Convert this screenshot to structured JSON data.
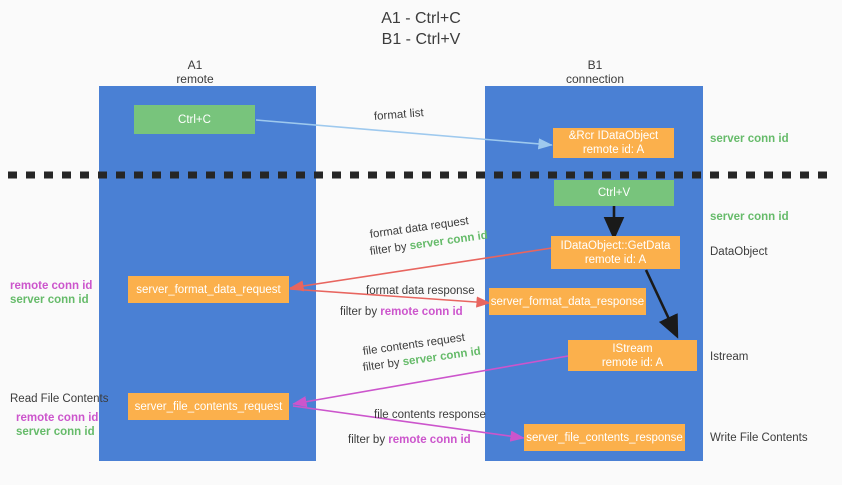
{
  "title": "A1 - Ctrl+C\nB1 - Ctrl+V",
  "lanes": [
    {
      "name": "A1",
      "sub": "remote"
    },
    {
      "name": "B1",
      "sub": "connection"
    }
  ],
  "nodes": {
    "ctrl_c": {
      "line1": "Ctrl+C",
      "line2": ""
    },
    "idataobject_top": {
      "line1": "&Rcr IDataObject",
      "line2": "remote id: A"
    },
    "ctrl_v": {
      "line1": "Ctrl+V",
      "line2": ""
    },
    "getdata": {
      "line1": "IDataObject::GetData",
      "line2": "remote id: A"
    },
    "istream": {
      "line1": "IStream",
      "line2": "remote id: A"
    },
    "fmt_req": {
      "line1": "server_format_data_request",
      "line2": ""
    },
    "fmt_resp": {
      "line1": "server_format_data_response",
      "line2": ""
    },
    "file_req": {
      "line1": "server_file_contents_request",
      "line2": ""
    },
    "file_resp": {
      "line1": "server_file_contents_response",
      "line2": ""
    }
  },
  "right_labels": {
    "server_conn_id_1": "server conn id",
    "server_conn_id_2": "server conn id",
    "dataobject": "DataObject",
    "istream": "Istream",
    "write_file_contents": "Write File Contents"
  },
  "left_labels": {
    "remote_conn_id_1": "remote conn id",
    "server_conn_id_1": "server conn id",
    "read_file_contents": "Read File Contents",
    "remote_conn_id_2": "remote conn id",
    "server_conn_id_2": "server conn id"
  },
  "messages": {
    "format_list": "format list",
    "format_data_request": "format data request",
    "format_data_request_filter_prefix": "filter by ",
    "format_data_request_filter_key": "server conn id",
    "format_data_response": "format data response",
    "format_data_response_filter_prefix": "filter by ",
    "format_data_response_filter_key": "remote conn id",
    "file_contents_request": "file contents request",
    "file_contents_request_filter_prefix": "filter by ",
    "file_contents_request_filter_key": "server conn id",
    "file_contents_response": "file contents response",
    "file_contents_response_filter_prefix": "filter by ",
    "file_contents_response_filter_key": "remote conn id"
  },
  "colors": {
    "lane": "#4a80d4",
    "green_node": "#78c47c",
    "orange_node": "#fbb04c",
    "server_conn_id": "#66bb6a",
    "remote_conn_id": "#cc55cc",
    "arrow_light_blue": "#9ec9ee",
    "arrow_red": "#e8655f",
    "arrow_magenta": "#cc55cc",
    "arrow_black": "#1a1a1a",
    "divider": "#262626"
  }
}
